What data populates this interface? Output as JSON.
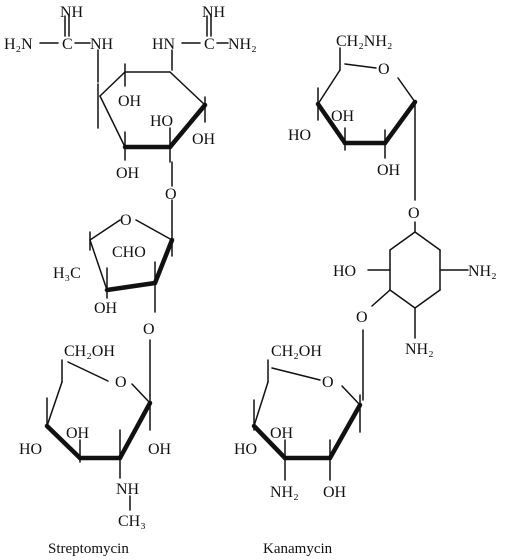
{
  "captions": {
    "left": "Streptomycin",
    "right": "Kanamycin"
  },
  "labels": {
    "nh": "NH",
    "h2n": "H₂N",
    "c": "C",
    "nh_1": "NH",
    "hn": "HN",
    "nh2": "NH₂",
    "oh": "OH",
    "o": "O",
    "cho": "CHO",
    "h3c": "H₃C",
    "ch2oh": "CH₂OH",
    "ch3": "CH₃",
    "ch2nh2": "CH₂NH₂",
    "ho": "HO"
  }
}
